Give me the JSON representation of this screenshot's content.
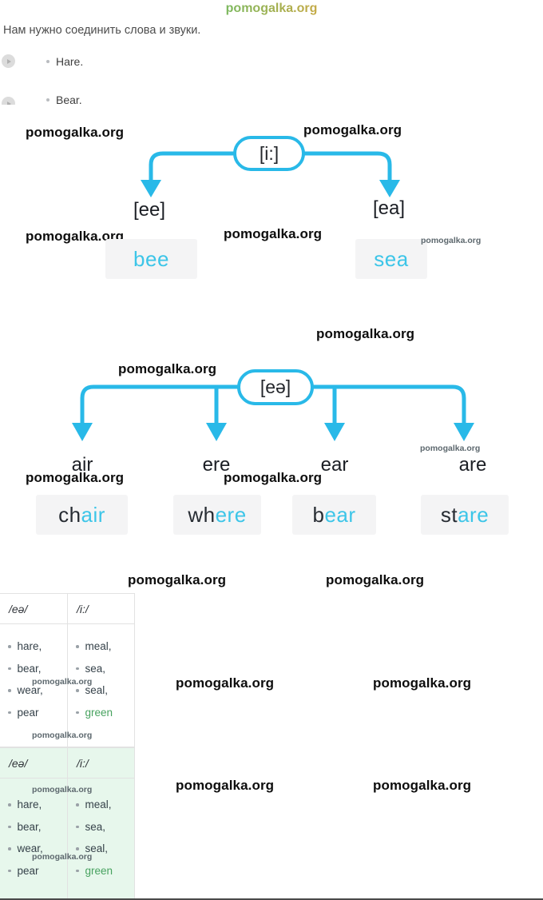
{
  "site_watermark": "pomogalka.org",
  "colors": {
    "accent": "#29b9e8",
    "word_text": "#3cc5e8",
    "green": "#47a25f",
    "card_bg": "#f4f4f5",
    "table2_bg": "#e7f7ec"
  },
  "header": {
    "instruction": "Нам нужно соединить слова и звуки.",
    "items": [
      "Hare.",
      "Bear."
    ]
  },
  "diagram1": {
    "root": "[i:]",
    "branches": [
      {
        "sound": "[ee]",
        "word": "bee"
      },
      {
        "sound": "[ea]",
        "word": "sea"
      }
    ]
  },
  "diagram2": {
    "root": "[eə]",
    "branches": [
      {
        "ending": "air",
        "prefix": "ch",
        "suffix": "air"
      },
      {
        "ending": "ere",
        "prefix": "wh",
        "suffix": "ere"
      },
      {
        "ending": "ear",
        "prefix": "b",
        "suffix": "ear"
      },
      {
        "ending": "are",
        "prefix": "st",
        "suffix": "are"
      }
    ]
  },
  "tables": [
    {
      "headers": [
        "/eə/",
        "/i:/"
      ],
      "col1": [
        "hare,",
        "bear,",
        "wear,",
        "pear"
      ],
      "col2": [
        "meal,",
        "sea,",
        "seal,",
        "green"
      ]
    },
    {
      "headers": [
        "/eə/",
        "/i:/"
      ],
      "col1": [
        "hare,",
        "bear,",
        "wear,",
        "pear"
      ],
      "col2": [
        "meal,",
        "sea,",
        "seal,",
        "green"
      ]
    }
  ]
}
